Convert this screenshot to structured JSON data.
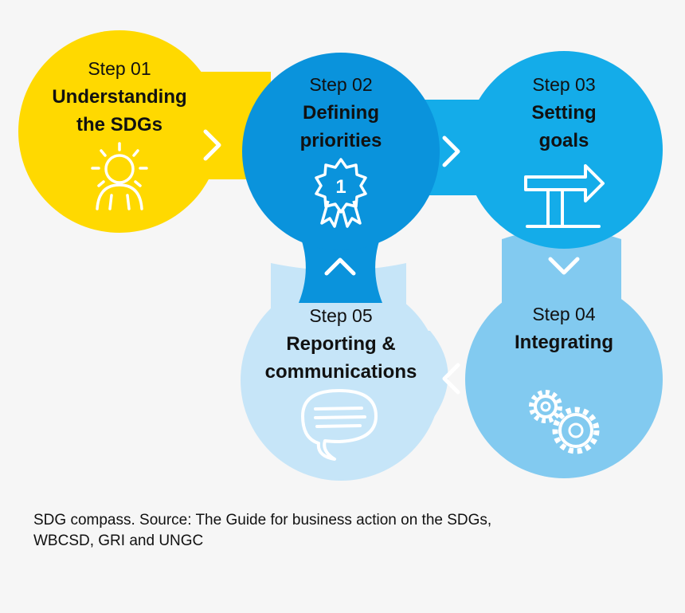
{
  "steps": [
    {
      "label": "Step 01",
      "title": [
        "Understanding",
        "the SDGs"
      ],
      "color": "#ffd900",
      "icon": "lightbulb-person-icon"
    },
    {
      "label": "Step 02",
      "title": [
        "Defining",
        "priorities"
      ],
      "color": "#0a93dc",
      "icon": "award-ribbon-icon"
    },
    {
      "label": "Step 03",
      "title": [
        "Setting",
        "goals"
      ],
      "color": "#14ace9",
      "icon": "signpost-arrow-icon"
    },
    {
      "label": "Step 04",
      "title": [
        "Integrating"
      ],
      "color": "#82caf0",
      "icon": "gears-icon"
    },
    {
      "label": "Step 05",
      "title": [
        "Reporting &",
        "communications"
      ],
      "color": "#c6e5f8",
      "icon": "speech-bubble-icon"
    }
  ],
  "badge_number": "1",
  "caption": {
    "line1": "SDG compass. Source: The Guide for business action on the SDGs,",
    "line2": "WBCSD, GRI and UNGC"
  }
}
